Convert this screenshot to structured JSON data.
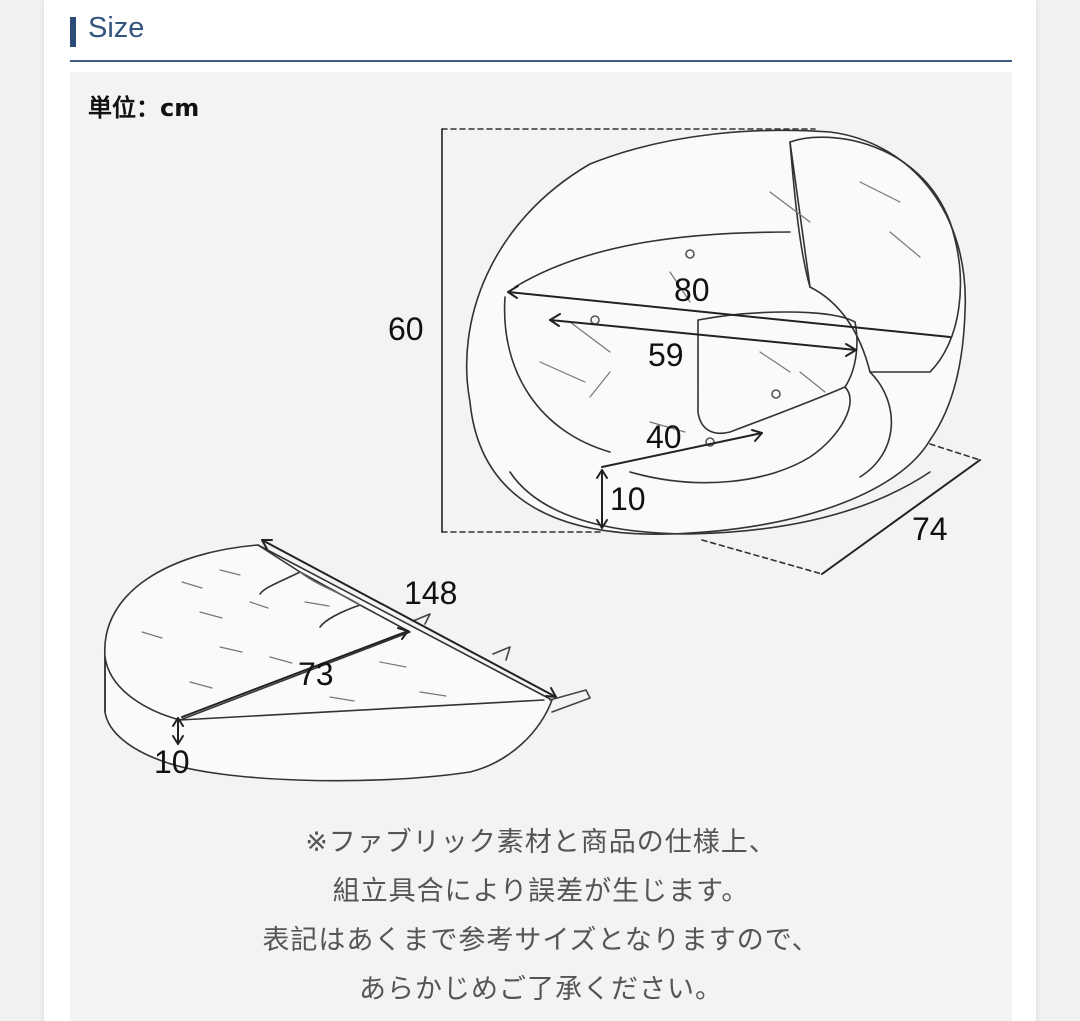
{
  "header": {
    "title": "Size"
  },
  "unit_label": "単位：cm",
  "dimensions": {
    "chair_height": "60",
    "chair_width": "80",
    "inner_width": "59",
    "seat_depth": "40",
    "seat_height": "10",
    "chair_depth": "74",
    "mat_length": "148",
    "mat_width": "73",
    "mat_thickness": "10"
  },
  "note_lines": [
    "※ファブリック素材と商品の仕様上、",
    "組立具合により誤差が生じます。",
    "表記はあくまで参考サイズとなりますので、",
    "あらかじめご了承ください。"
  ],
  "colors": {
    "accent": "#2c4d77",
    "title": "#35557f",
    "panel": "#f3f3f3"
  }
}
